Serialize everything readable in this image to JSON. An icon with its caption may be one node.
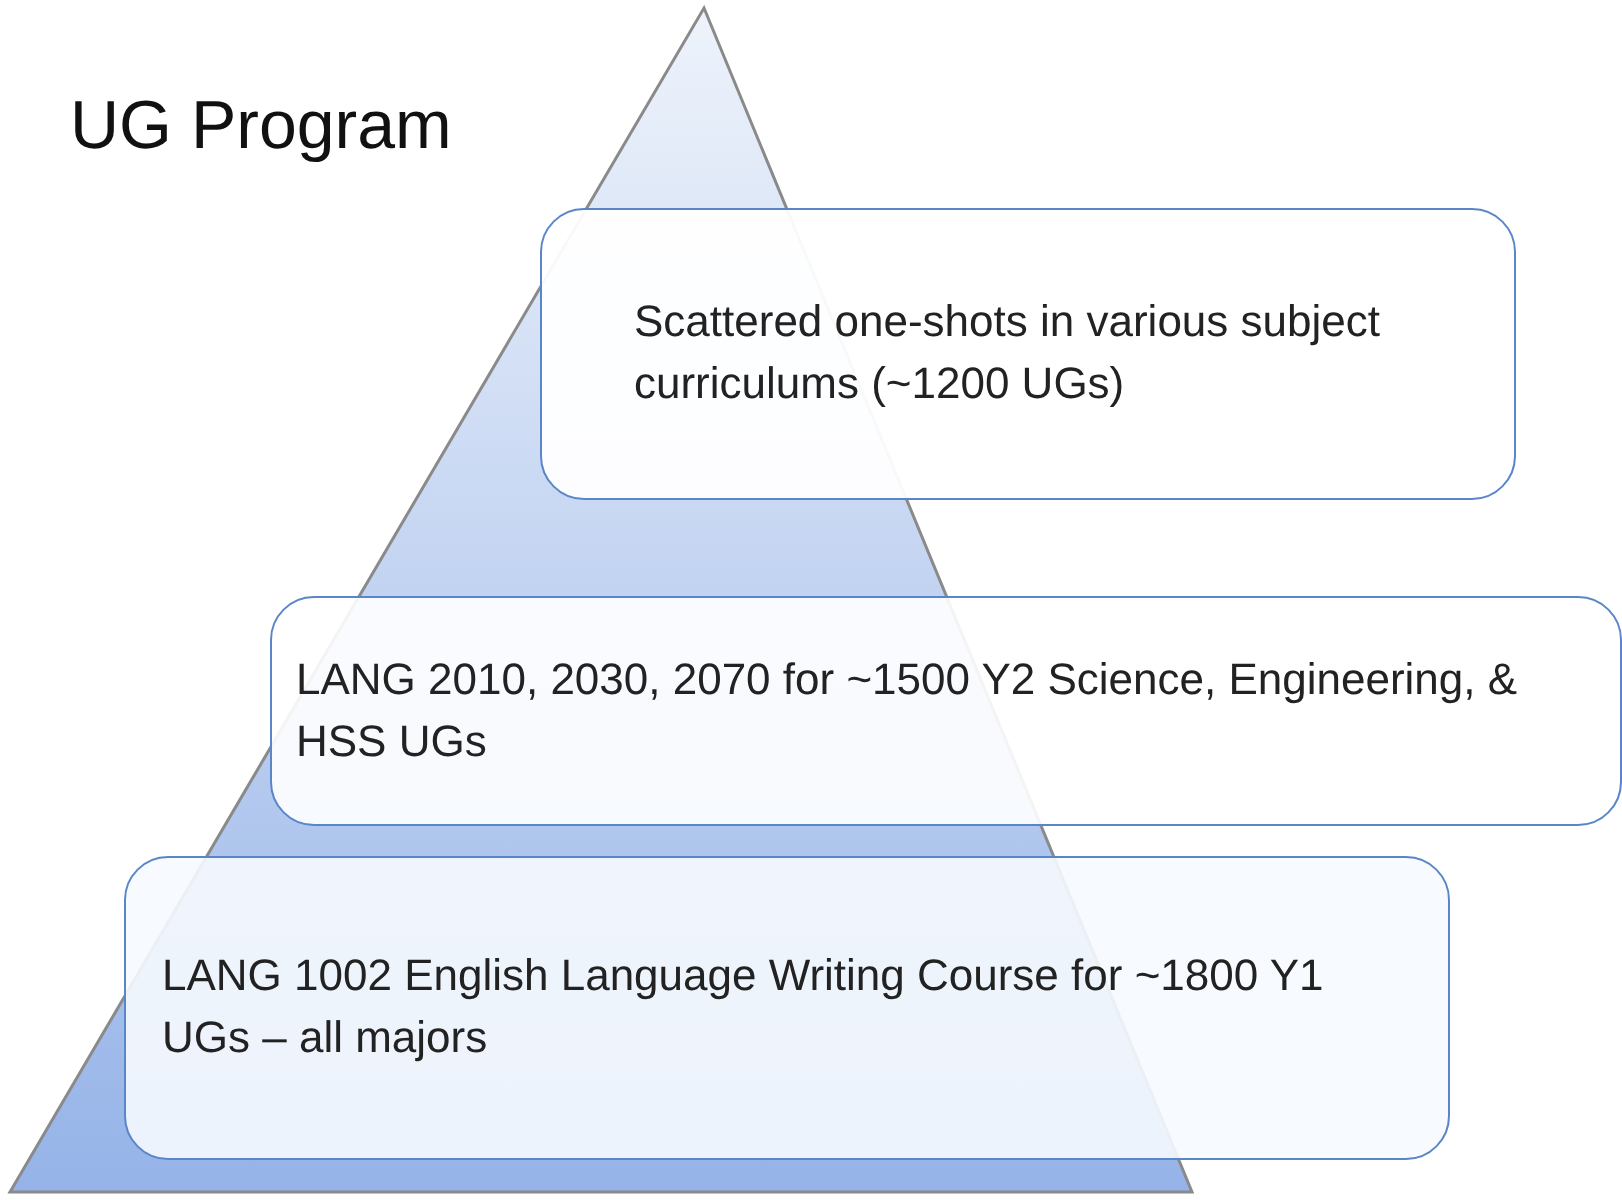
{
  "diagram": {
    "title": "UG Program",
    "nodes": [
      {
        "text": [
          "Scattered one-shots in various subject  curriculums (~1200 UGs)"
        ]
      },
      {
        "text": [
          "LANG 2010, 2030, 2070 for ~1500 Y2 Science, Engineering, & HSS  UGs"
        ]
      },
      {
        "text": [
          "LANG 1002 English Language Writing Course for ~1800 Y1 UGs – all majors"
        ]
      }
    ]
  }
}
